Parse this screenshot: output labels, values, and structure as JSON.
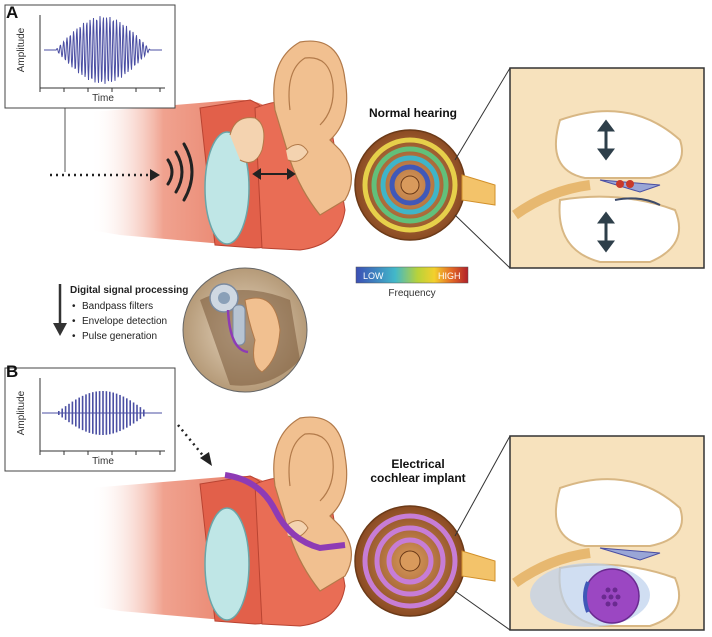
{
  "panels": {
    "a": "A",
    "b": "B"
  },
  "plot_a": {
    "ylabel": "Amplitude",
    "xlabel": "Time"
  },
  "plot_b": {
    "ylabel": "Amplitude",
    "xlabel": "Time"
  },
  "normal_hearing": "Normal hearing",
  "implant": {
    "line1": "Electrical",
    "line2": "cochlear implant"
  },
  "frequency_bar": {
    "low": "LOW",
    "high": "HIGH",
    "label": "Frequency"
  },
  "dsp": {
    "title": "Digital signal processing",
    "steps": [
      "Bandpass filters",
      "Envelope detection",
      "Pulse generation"
    ]
  },
  "colors": {
    "skin": "#f4c7a1",
    "canal": "#e8745c",
    "bone": "#f7e2bd",
    "signal": "#4b4fa3",
    "electrode": "#8e3bb5"
  }
}
